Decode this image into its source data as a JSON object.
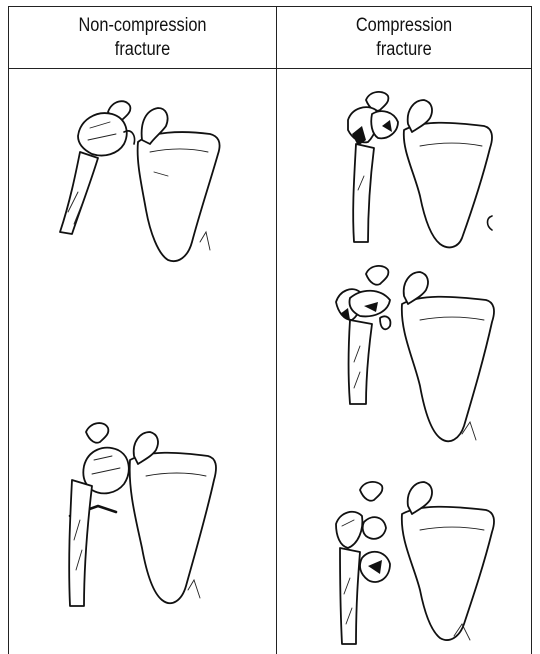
{
  "table": {
    "columns": [
      {
        "header_line1": "Non-compression",
        "header_line2": "fracture"
      },
      {
        "header_line1": "Compression",
        "header_line2": "fracture"
      }
    ]
  },
  "illustrations": {
    "left": [
      "non-compression-fracture-illustration-1",
      "non-compression-fracture-illustration-2"
    ],
    "right": [
      "compression-fracture-illustration-1",
      "compression-fracture-illustration-2",
      "compression-fracture-illustration-3"
    ]
  }
}
